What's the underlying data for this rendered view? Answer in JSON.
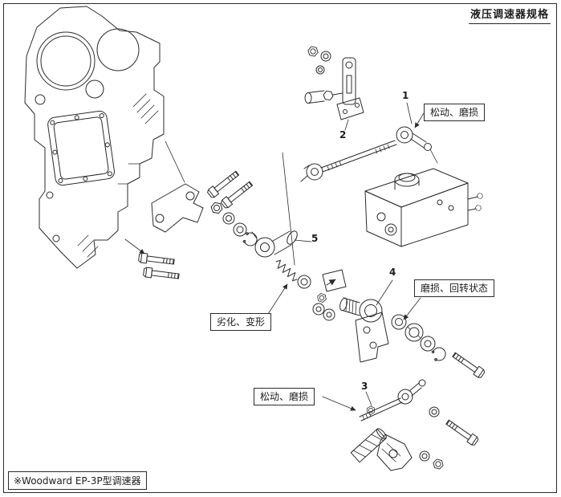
{
  "page": {
    "title": "液压调速器规格",
    "footnote": "※Woodward EP-3P型调速器",
    "ink_color": "#2b2b2b",
    "background_color": "#ffffff"
  },
  "annotations": {
    "part_numbers": [
      {
        "number": "1"
      },
      {
        "number": "2"
      },
      {
        "number": "3"
      },
      {
        "number": "4"
      },
      {
        "number": "5"
      }
    ],
    "callouts": [
      {
        "label": "松动、磨损"
      },
      {
        "label": "磨损、回转状态"
      },
      {
        "label": "劣化、变形"
      },
      {
        "label": "松动、磨损"
      }
    ]
  },
  "icons": {
    "direction_arrow": "➔"
  }
}
